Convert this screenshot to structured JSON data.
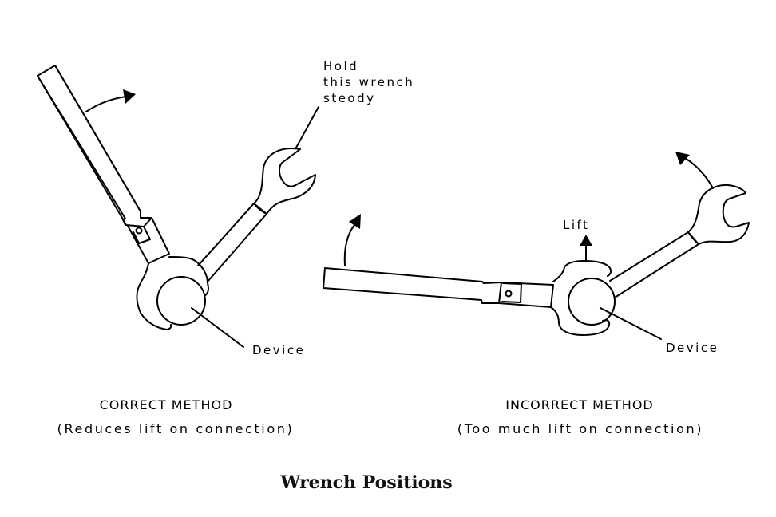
{
  "figure": {
    "title": "Wrench Positions",
    "panels": [
      {
        "id": "correct",
        "heading": "CORRECT METHOD",
        "subheading": "(Reduces lift on connection)",
        "labels": {
          "hold_line1": "Hold",
          "hold_line2": "this wrench",
          "hold_line3": "steody",
          "device": "Device"
        }
      },
      {
        "id": "incorrect",
        "heading": "INCORRECT METHOD",
        "subheading": "(Too much lift on connection)",
        "labels": {
          "lift": "Lift",
          "device": "Device"
        }
      }
    ]
  }
}
